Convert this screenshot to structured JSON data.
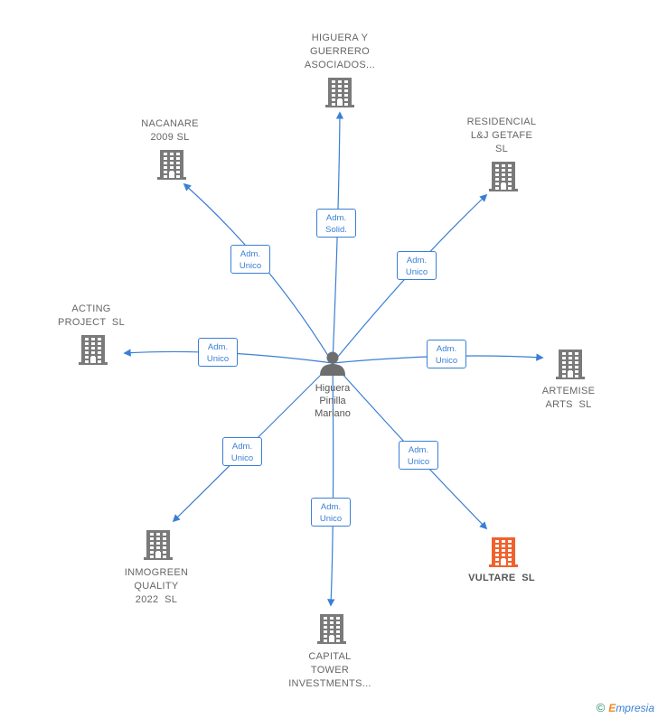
{
  "center": {
    "name_lines": [
      "Higuera",
      "Pinilla",
      "Mariano"
    ],
    "icon": "person-icon"
  },
  "nodes": [
    {
      "id": "higuera",
      "lines": [
        "HIGUERA Y",
        "GUERRERO",
        "ASOCIADOS..."
      ],
      "relation": [
        "Adm.",
        "Solid."
      ],
      "highlight": false
    },
    {
      "id": "nacanare",
      "lines": [
        "NACANARE",
        "2009 SL"
      ],
      "relation": [
        "Adm.",
        "Unico"
      ],
      "highlight": false
    },
    {
      "id": "residencial",
      "lines": [
        "RESIDENCIAL",
        "L&J GETAFE",
        "SL"
      ],
      "relation": [
        "Adm.",
        "Unico"
      ],
      "highlight": false
    },
    {
      "id": "acting",
      "lines": [
        "ACTING",
        "PROJECT  SL"
      ],
      "relation": [
        "Adm.",
        "Unico"
      ],
      "highlight": false
    },
    {
      "id": "artemise",
      "lines": [
        "ARTEMISE",
        "ARTS  SL"
      ],
      "relation": [
        "Adm.",
        "Unico"
      ],
      "highlight": false
    },
    {
      "id": "inmogreen",
      "lines": [
        "INMOGREEN",
        "QUALITY",
        "2022  SL"
      ],
      "relation": [
        "Adm.",
        "Unico"
      ],
      "highlight": false
    },
    {
      "id": "capital",
      "lines": [
        "CAPITAL",
        "TOWER",
        "INVESTMENTS..."
      ],
      "relation": [
        "Adm.",
        "Unico"
      ],
      "highlight": false
    },
    {
      "id": "vultare",
      "lines": [
        "VULTARE  SL"
      ],
      "relation": [
        "Adm.",
        "Unico"
      ],
      "highlight": true
    }
  ],
  "colors": {
    "edge": "#3a7fd5",
    "building": "#7a7a7a",
    "building_highlight": "#f0622c",
    "person": "#6e6e6e"
  },
  "footer": {
    "copyright": "©",
    "brand_first": "E",
    "brand_rest": "mpresia"
  }
}
